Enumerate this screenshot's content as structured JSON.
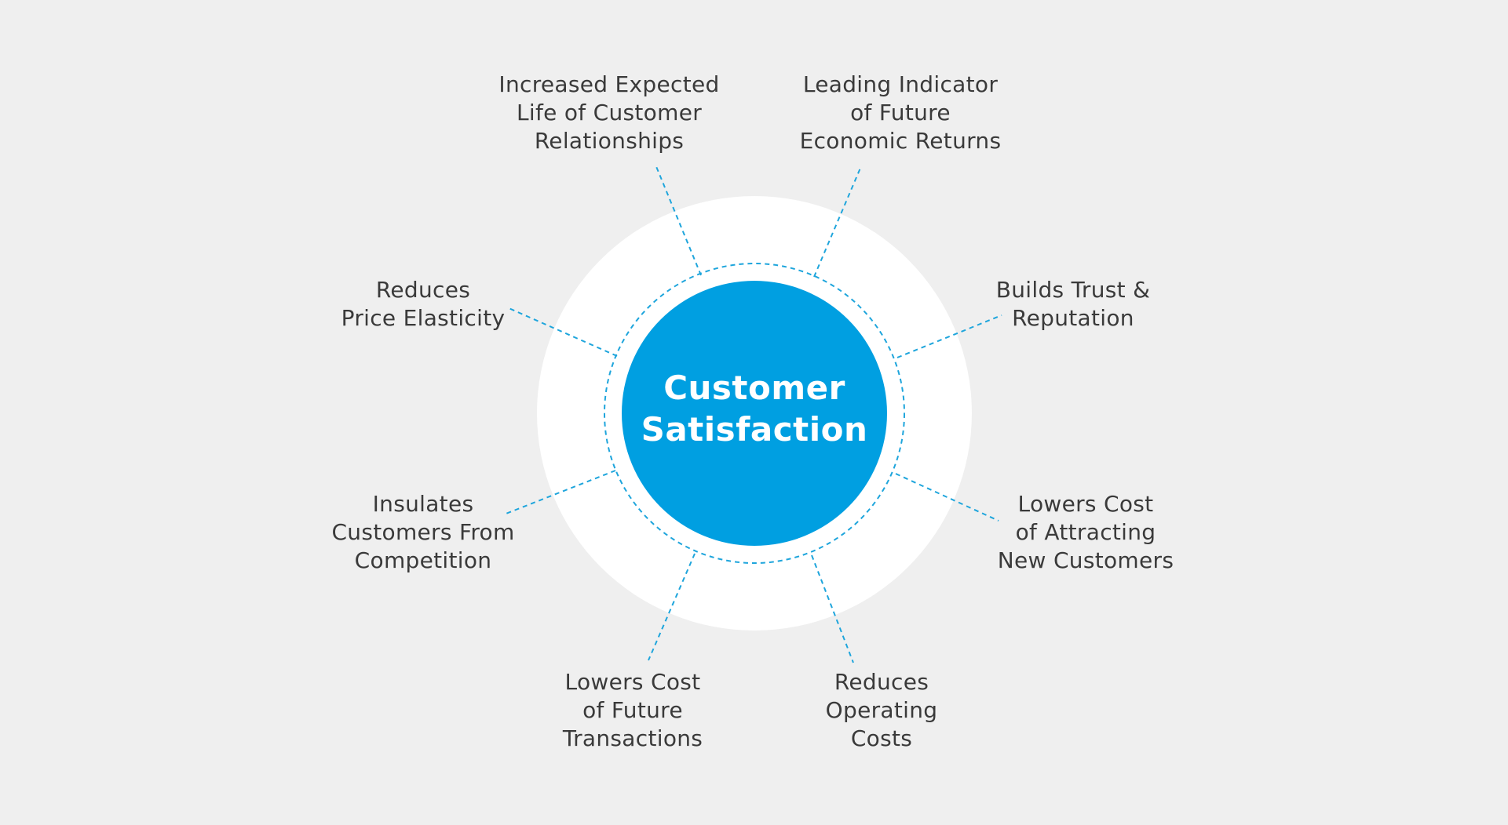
{
  "colors": {
    "background": "#efefef",
    "halo": "#ffffff",
    "core": "#009fe1",
    "connector": "#1ea5dc",
    "label_text": "#3a3a3a",
    "core_text": "#ffffff"
  },
  "center": {
    "lines": [
      "Customer",
      "Satisfaction"
    ]
  },
  "benefits": [
    {
      "id": "expected-life",
      "lines": [
        "Increased Expected",
        "Life of Customer",
        "Relationships"
      ]
    },
    {
      "id": "leading-indicator",
      "lines": [
        "Leading Indicator",
        "of Future",
        "Economic Returns"
      ]
    },
    {
      "id": "trust-reputation",
      "lines": [
        "Builds Trust &",
        "Reputation"
      ]
    },
    {
      "id": "attracting-cost",
      "lines": [
        "Lowers Cost",
        "of Attracting",
        "New Customers"
      ]
    },
    {
      "id": "operating-costs",
      "lines": [
        "Reduces",
        "Operating",
        "Costs"
      ]
    },
    {
      "id": "transaction-cost",
      "lines": [
        "Lowers Cost",
        "of Future",
        "Transactions"
      ]
    },
    {
      "id": "insulates",
      "lines": [
        "Insulates",
        "Customers From",
        "Competition"
      ]
    },
    {
      "id": "price-elasticity",
      "lines": [
        "Reduces",
        "Price Elasticity"
      ]
    }
  ]
}
